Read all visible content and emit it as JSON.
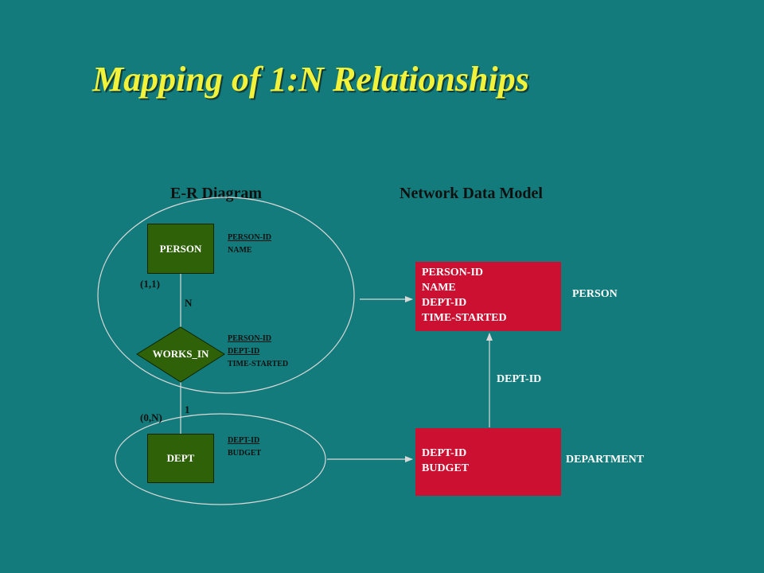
{
  "title": "Mapping of 1:N Relationships",
  "headings": {
    "er_diagram": "E-R Diagram",
    "network_model": "Network Data Model"
  },
  "er": {
    "person_entity": "PERSON",
    "works_in_relationship": "WORKS_IN",
    "dept_entity": "DEPT",
    "person_attributes": [
      "PERSON-ID",
      "NAME"
    ],
    "works_in_attributes": [
      "PERSON-ID",
      "DEPT-ID",
      "TIME-STARTED"
    ],
    "dept_attributes": [
      "DEPT-ID",
      "BUDGET"
    ],
    "cardinalities": {
      "person_min_max": "(1,1)",
      "person_side": "N",
      "dept_side": "1",
      "dept_min_max": "(0,N)"
    }
  },
  "network": {
    "person_record": {
      "name": "PERSON",
      "fields": [
        "PERSON-ID",
        "NAME",
        "DEPT-ID",
        "TIME-STARTED"
      ]
    },
    "department_record": {
      "name": "DEPARTMENT",
      "fields": [
        "DEPT-ID",
        "BUDGET"
      ]
    },
    "set_label": "DEPT-ID"
  },
  "colors": {
    "background": "#137b7b",
    "title": "#f2f23a",
    "entity": "#2f6208",
    "record": "#cc1032",
    "outline": "#d9d9d9"
  }
}
